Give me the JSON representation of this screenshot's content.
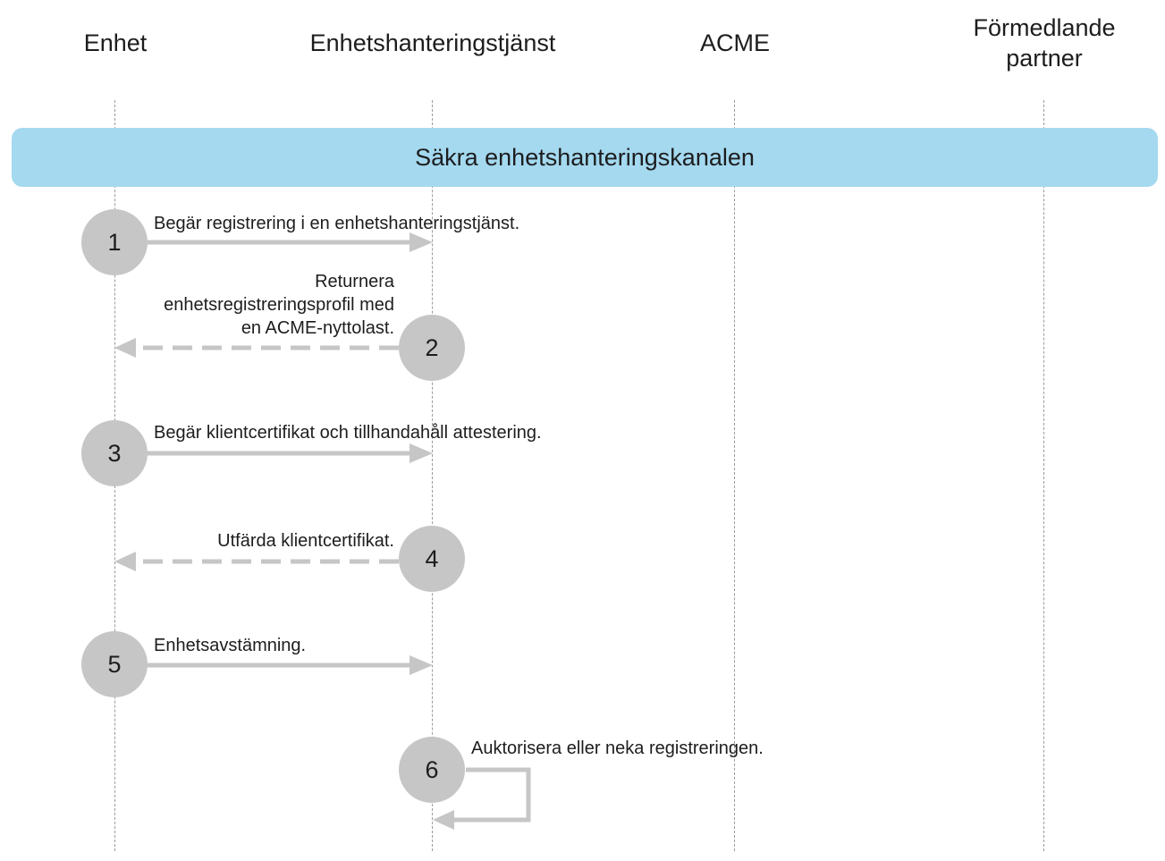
{
  "lanes": [
    {
      "id": "device",
      "label": "Enhet"
    },
    {
      "id": "mdm",
      "label": "Enhetshanteringstjänst"
    },
    {
      "id": "acme",
      "label": "ACME"
    },
    {
      "id": "partner",
      "label": "Förmedlande\npartner"
    }
  ],
  "channel": {
    "label": "Säkra enhetshanteringskanalen"
  },
  "steps": [
    {
      "number": "1",
      "label": "Begär registrering i en enhetshanteringstjänst.",
      "from": "device",
      "to": "mdm",
      "style": "solid"
    },
    {
      "number": "2",
      "label": "Returnera\nenhetsregistreringsprofil med\nen ACME-nyttolast.",
      "from": "mdm",
      "to": "device",
      "style": "dashed"
    },
    {
      "number": "3",
      "label": "Begär klientcertifikat och tillhandahåll attestering.",
      "from": "device",
      "to": "mdm",
      "style": "solid"
    },
    {
      "number": "4",
      "label": "Utfärda klientcertifikat.",
      "from": "mdm",
      "to": "device",
      "style": "dashed"
    },
    {
      "number": "5",
      "label": "Enhetsavstämning.",
      "from": "device",
      "to": "mdm",
      "style": "solid"
    },
    {
      "number": "6",
      "label": "Auktorisera eller neka registreringen.",
      "from": "mdm",
      "to": "mdm",
      "style": "solid"
    }
  ],
  "colors": {
    "channel": "#a4d9ef",
    "step_circle": "#c6c6c6",
    "arrow": "#c6c6c6",
    "lifeline": "#9a9a9a"
  }
}
